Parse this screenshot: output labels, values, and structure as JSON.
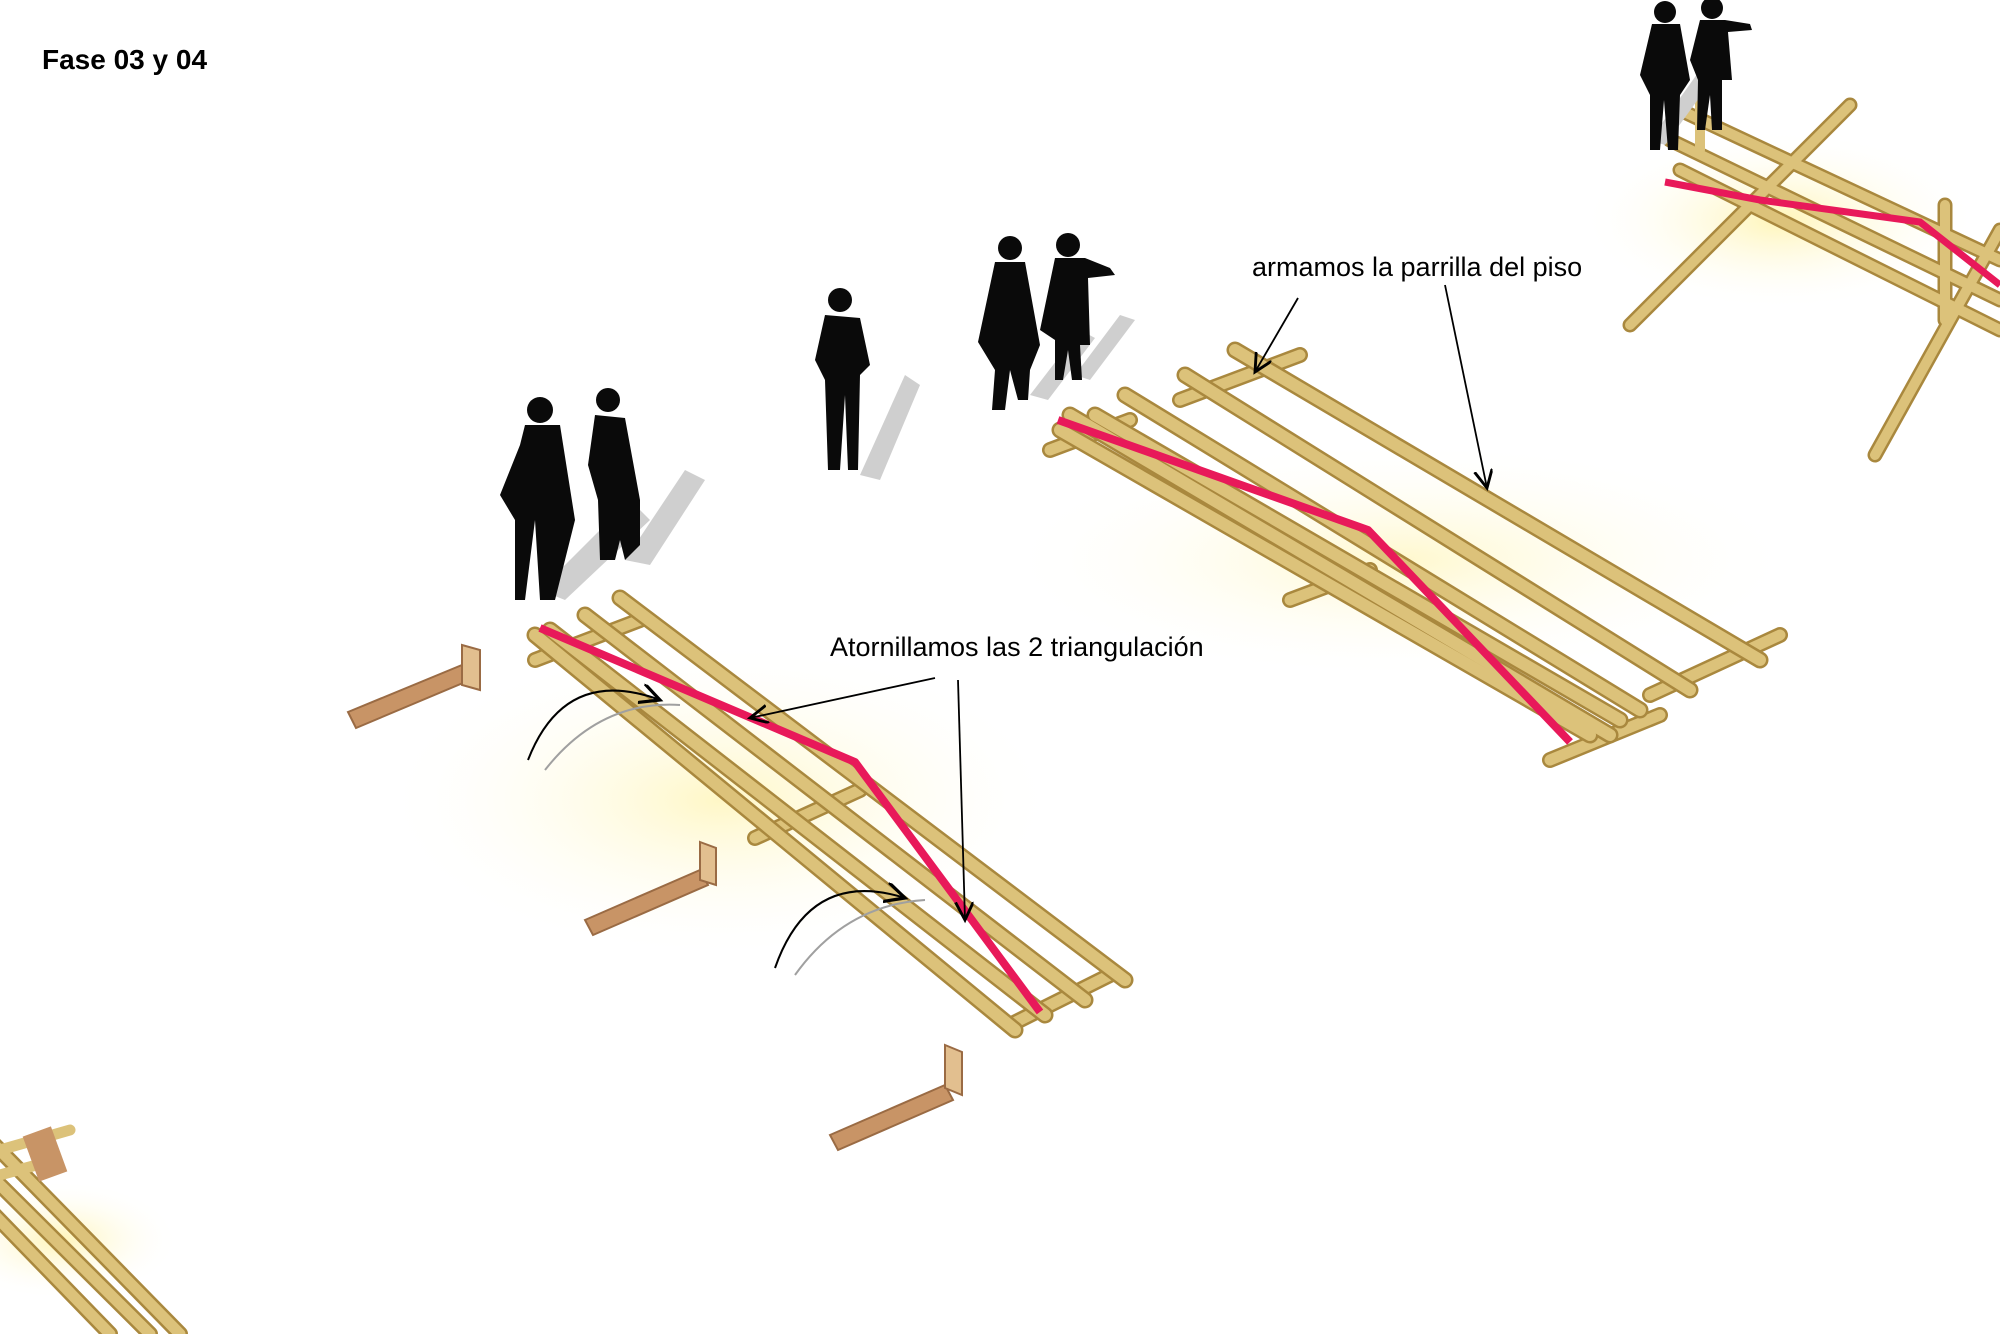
{
  "diagram": {
    "title": "Fase 03 y  04",
    "annotations": {
      "floor_grid": "armamos la parrilla del piso",
      "triangulation": "Atornillamos las 2 triangulación"
    },
    "colors": {
      "bamboo": "#d8bc6e",
      "bamboo_dark": "#a8893f",
      "brace": "#e8195a",
      "wood_block": "#c89466",
      "silhouette": "#0a0a0a",
      "shadow": "#cfcfcf"
    },
    "icons": [
      "person-silhouette-icon",
      "rotation-arrow-icon"
    ]
  }
}
